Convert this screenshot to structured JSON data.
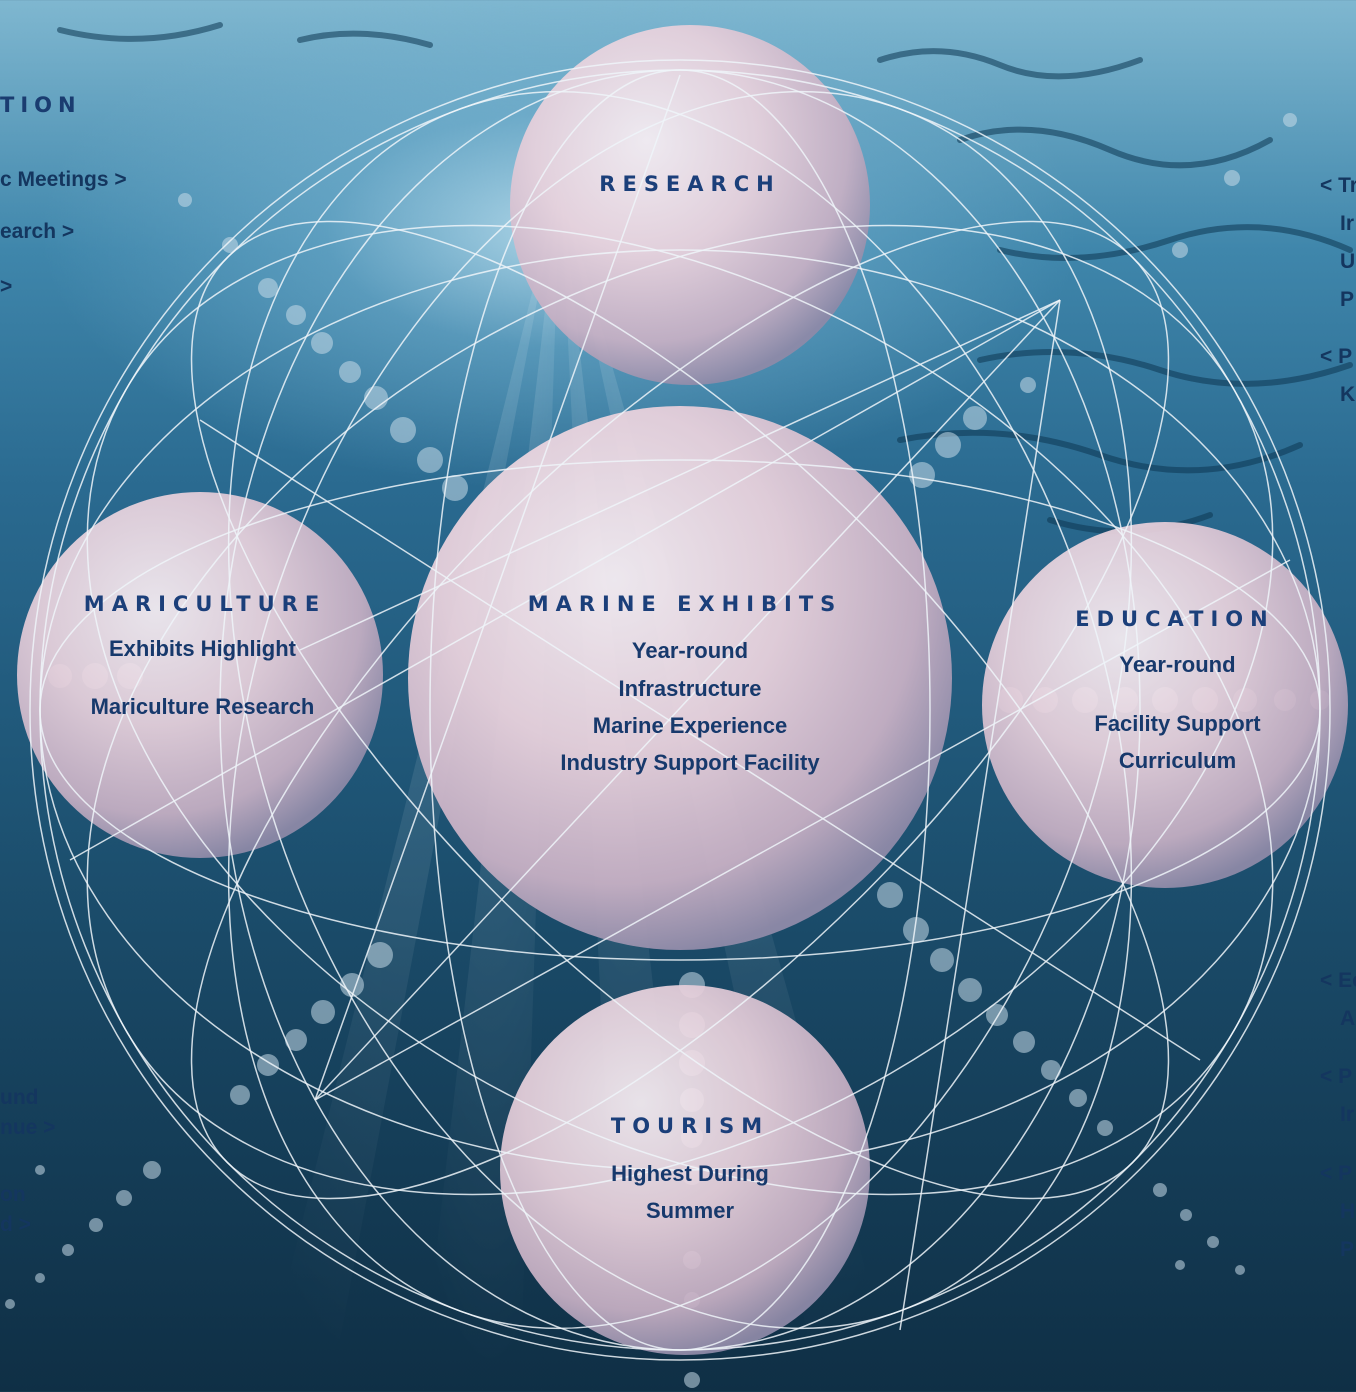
{
  "colors": {
    "title_blue": "#1b3f7a",
    "text_navy": "#17396c",
    "sphere_pink": "#e9d2dc",
    "water_light": "#7fb7d0",
    "water_deep": "#0f2f45",
    "web_lines": "#e8f0f6"
  },
  "left_panel": {
    "title_fragment": "TION",
    "items": [
      "c Meetings >",
      "earch >",
      ">"
    ],
    "bottom_items": [
      [
        "und",
        "nue >"
      ],
      [
        "on",
        "d >"
      ]
    ]
  },
  "right_panel": {
    "groups": [
      [
        "< Tr",
        "Ir",
        "U",
        "P"
      ],
      [
        "< P",
        "K"
      ]
    ],
    "bottom_groups": [
      [
        "< Ec",
        "A"
      ],
      [
        "< P",
        "Ir"
      ],
      [
        "< P",
        "H",
        "P"
      ]
    ]
  },
  "spheres": {
    "research": {
      "title": "RESEARCH",
      "lines": []
    },
    "mariculture": {
      "title": "MARICULTURE",
      "lines": [
        "Exhibits Highlight",
        "Mariculture Research"
      ]
    },
    "marine_exhibits": {
      "title": "MARINE EXHIBITS",
      "lines": [
        "Year-round",
        "Infrastructure",
        "Marine Experience",
        "Industry Support Facility"
      ]
    },
    "education": {
      "title": "EDUCATION",
      "lines": [
        "Year-round",
        "Facility Support",
        "Curriculum"
      ]
    },
    "tourism": {
      "title": "TOURISM",
      "lines": [
        "Highest During",
        "Summer"
      ]
    }
  }
}
